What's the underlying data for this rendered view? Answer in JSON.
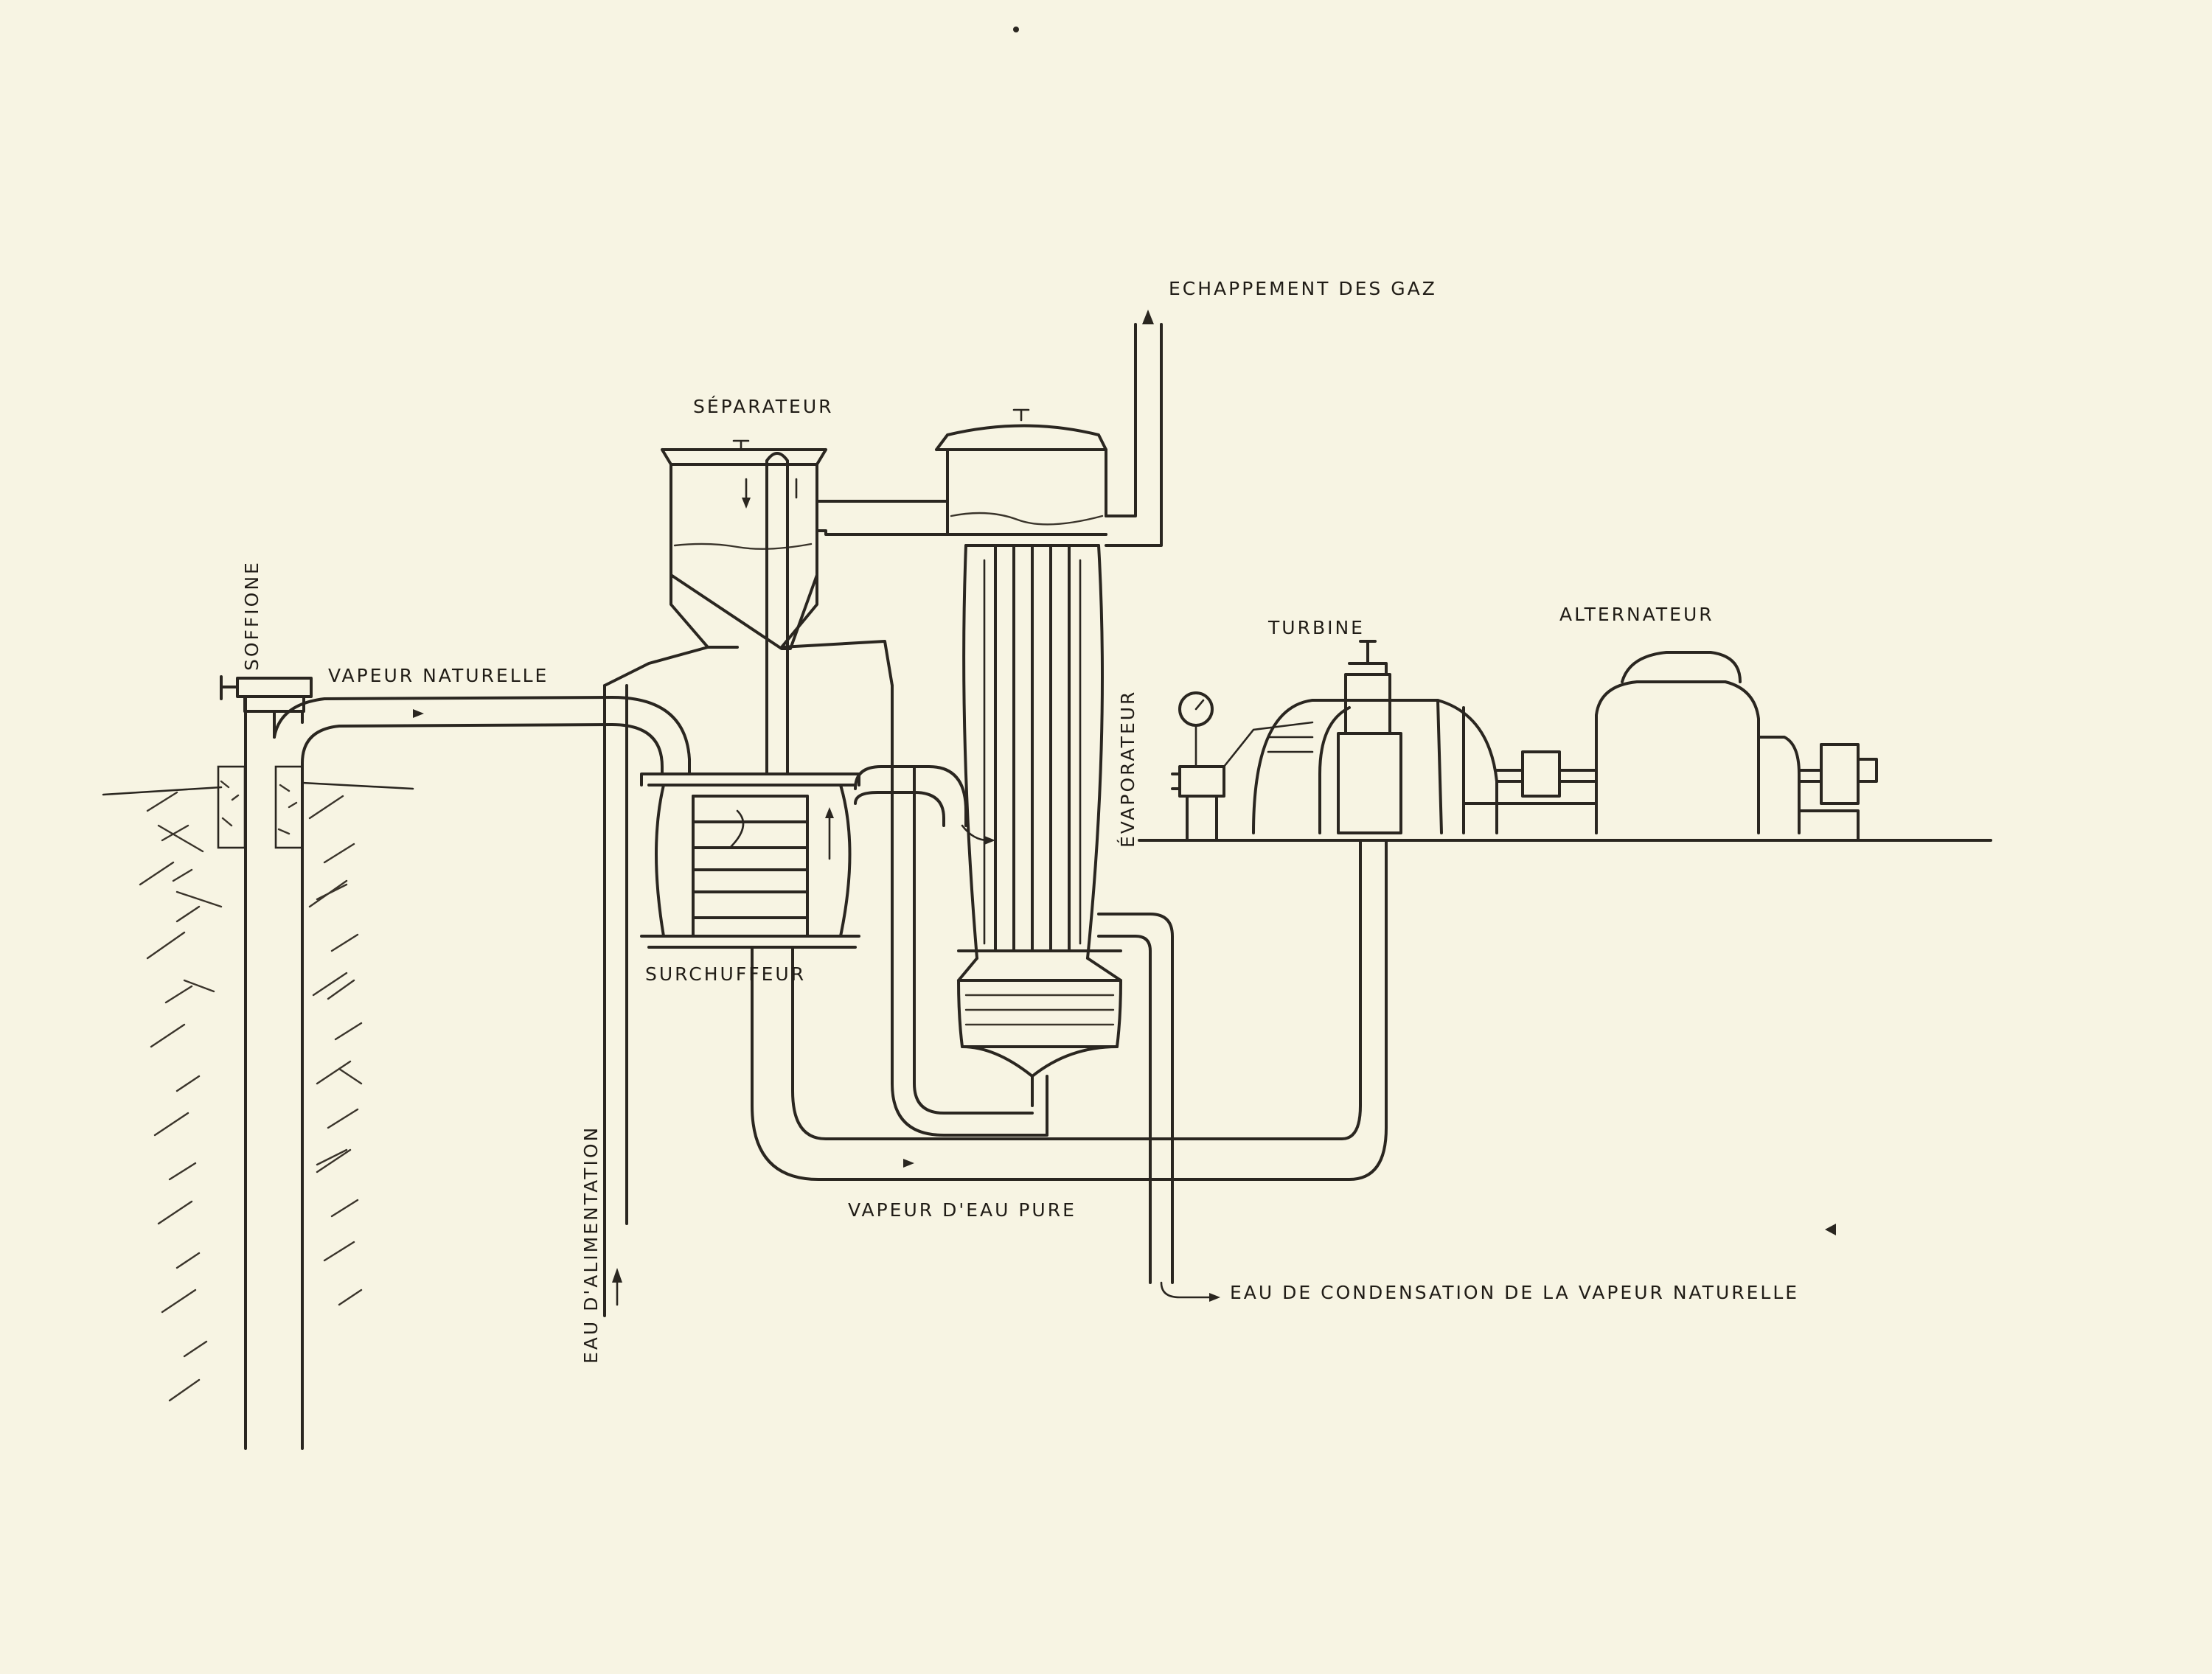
{
  "labels": {
    "echappement": "ECHAPPEMENT DES GAZ",
    "separateur": "SÉPARATEUR",
    "soffione": "SOFFIONE",
    "vapeur_naturelle": "VAPEUR NATURELLE",
    "turbine": "TURBINE",
    "alternateur": "ALTERNATEUR",
    "evaporateur": "ÉVAPORATEUR",
    "surchauffeur": "SURCHUFFEUR",
    "eau_alimentation": "EAU D'ALIMENTATION",
    "vapeur_eau_pure": "VAPEUR D'EAU PURE",
    "eau_condensation": "EAU DE CONDENSATION DE LA VAPEUR NATURELLE"
  },
  "colors": {
    "paper": "#f7f4e3",
    "ink": "#2a2620"
  }
}
